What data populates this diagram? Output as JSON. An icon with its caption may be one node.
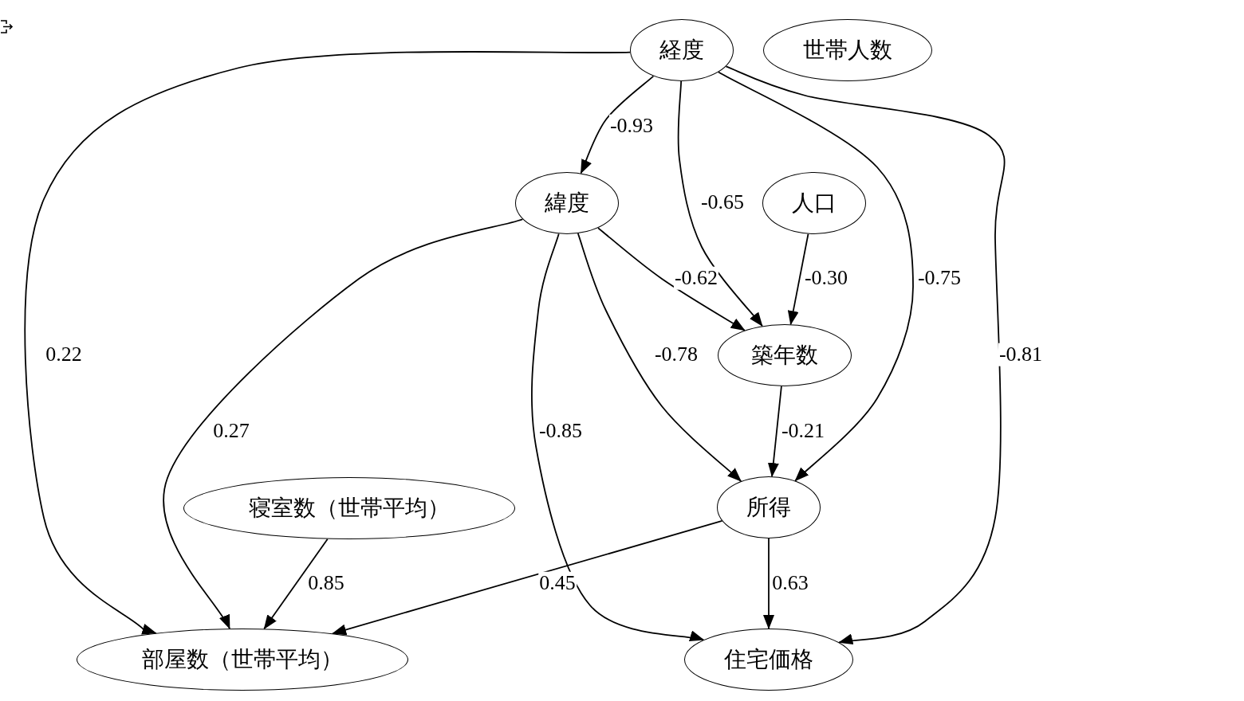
{
  "diagram": {
    "nodes": [
      {
        "text": [
          "経度"
        ]
      },
      {
        "text": [
          "世帯人数"
        ]
      },
      {
        "text": [
          "緯度"
        ]
      },
      {
        "text": [
          "人口"
        ]
      },
      {
        "text": [
          "築年数"
        ]
      },
      {
        "text": [
          "寝室数（世帯平均）"
        ]
      },
      {
        "text": [
          "所得"
        ]
      },
      {
        "text": [
          "部屋数（世帯平均）"
        ]
      },
      {
        "text": [
          "住宅価格"
        ]
      }
    ],
    "edges": [
      {
        "from": 0,
        "to": 7,
        "arrow": "to",
        "label": "0.22"
      },
      {
        "from": 0,
        "to": 2,
        "arrow": "to",
        "label": "-0.93"
      },
      {
        "from": 0,
        "to": 4,
        "arrow": "to",
        "label": "-0.65"
      },
      {
        "from": 0,
        "to": 6,
        "arrow": "to",
        "label": "-0.75"
      },
      {
        "from": 0,
        "to": 8,
        "arrow": "to",
        "label": "-0.81"
      },
      {
        "from": 2,
        "to": 7,
        "arrow": "to",
        "label": "0.27"
      },
      {
        "from": 2,
        "to": 8,
        "arrow": "to",
        "label": "-0.85"
      },
      {
        "from": 2,
        "to": 6,
        "arrow": "to",
        "label": "-0.78"
      },
      {
        "from": 2,
        "to": 4,
        "arrow": "to",
        "label": "-0.62"
      },
      {
        "from": 3,
        "to": 4,
        "arrow": "to",
        "label": "-0.30"
      },
      {
        "from": 4,
        "to": 6,
        "arrow": "to",
        "label": "-0.21"
      },
      {
        "from": 5,
        "to": 7,
        "arrow": "to",
        "label": "0.85"
      },
      {
        "from": 6,
        "to": 7,
        "arrow": "to",
        "label": "0.45"
      },
      {
        "from": 6,
        "to": 8,
        "arrow": "to",
        "label": "0.63"
      }
    ]
  }
}
